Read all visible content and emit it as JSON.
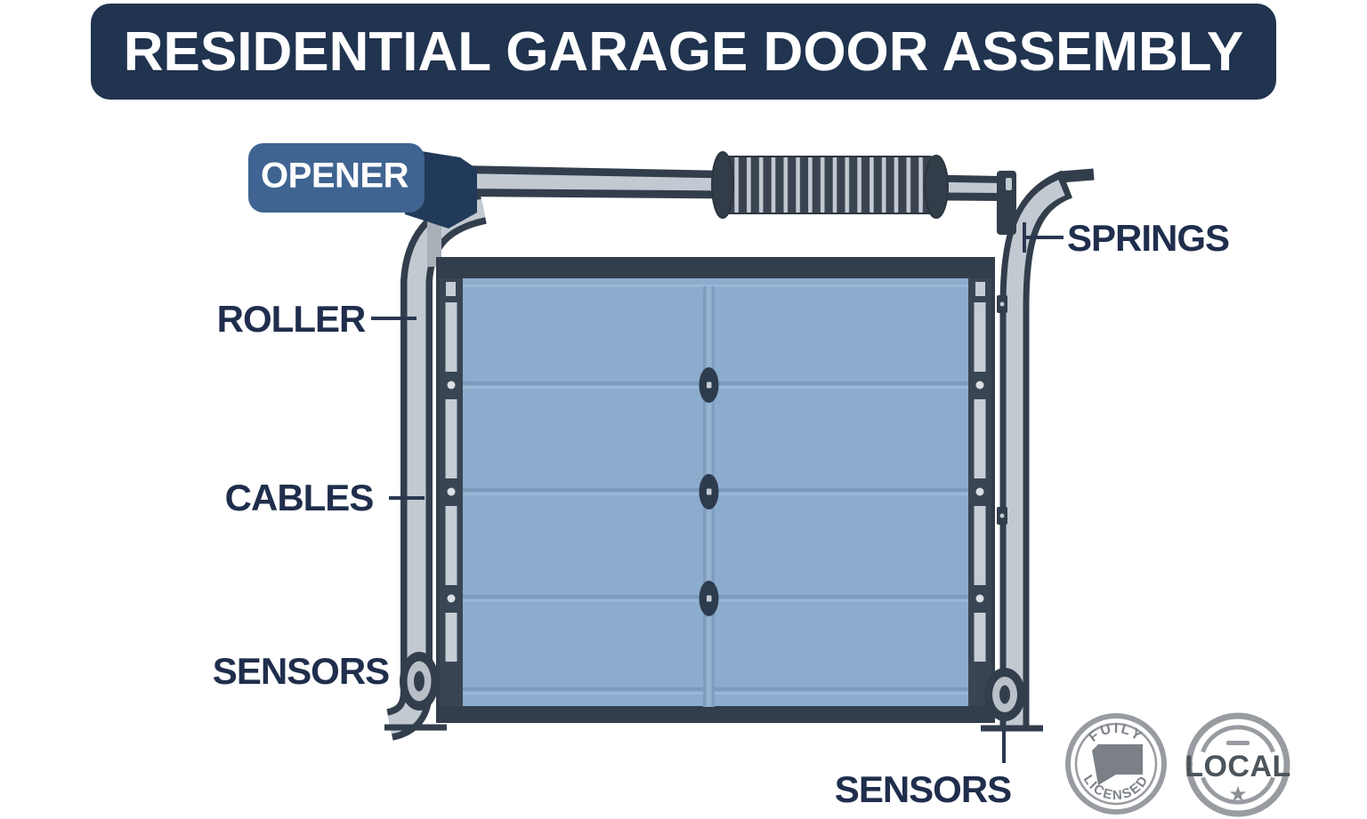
{
  "title": "RESIDENTIAL GARAGE DOOR ASSEMBLY",
  "diagram": {
    "labels": {
      "opener": "OPENER",
      "springs": "SPRINGS",
      "roller": "ROLLER",
      "cables": "CABLES",
      "sensors_left": "SENSORS",
      "sensors_bottom": "SENSORS"
    }
  },
  "badges": {
    "licensed": {
      "arc_top": "FUILY",
      "arc_bottom": "LICENSED"
    },
    "local": {
      "label": "LOCAL",
      "star_icon": "★"
    }
  },
  "colors": {
    "title_bar_bg": "#20334f",
    "title_text": "#ffffff",
    "label_text": "#202e4d",
    "opener_body": "#3f6491",
    "opener_nose": "#223a59",
    "door_panel": "#8cacce",
    "door_groove": "#7c9bbd",
    "door_highlight": "#9cb7d5",
    "outline_dark": "#333e4c",
    "track_light": "#c2c9d1",
    "spring_dark": "#3a4450",
    "badge_ring_gray": "#989ca1",
    "badge_text_gray": "#7e838a",
    "local_text": "#4d555c"
  }
}
